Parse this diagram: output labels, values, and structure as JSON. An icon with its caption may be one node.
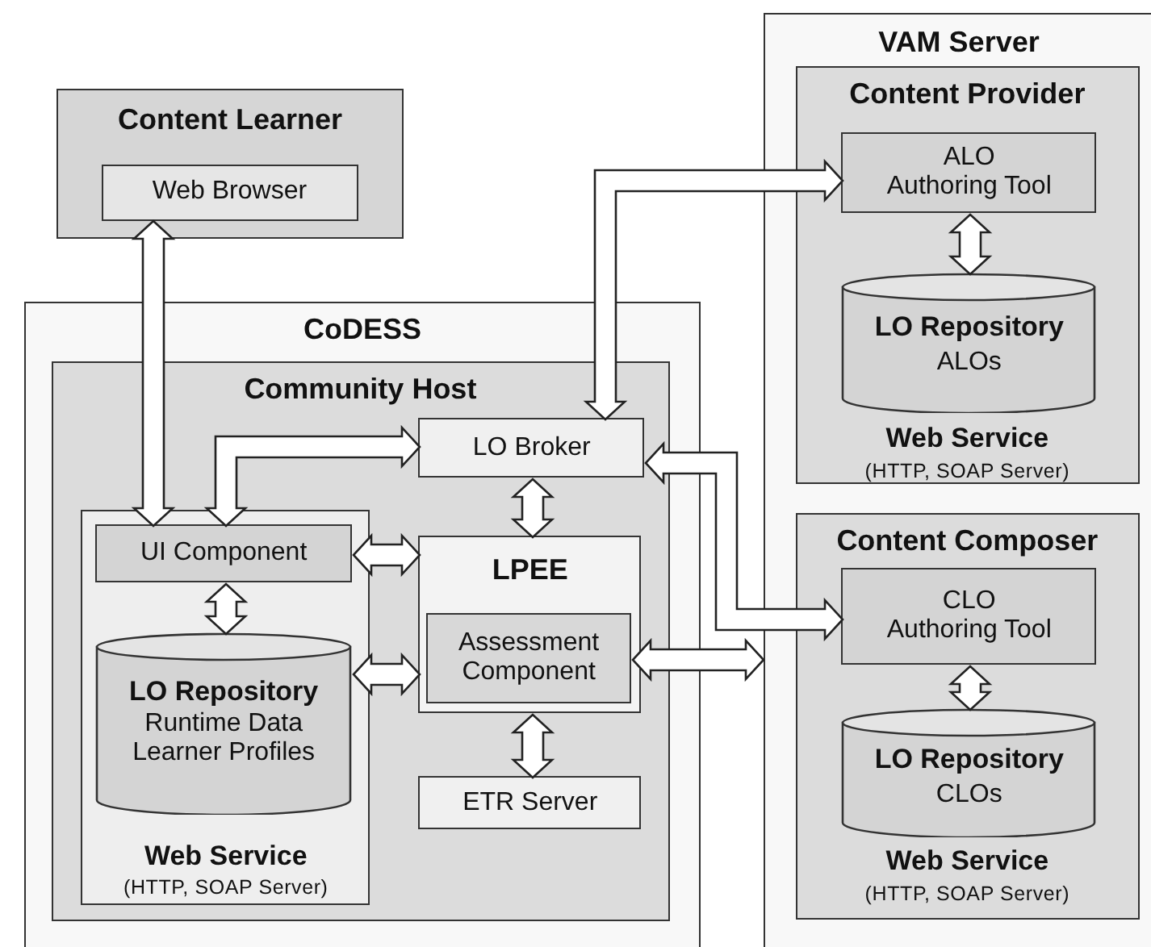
{
  "diagram": {
    "nodes": [
      {
        "text": [
          "Content Learner"
        ]
      },
      {
        "text": [
          "Web Browser"
        ],
        "in": 0
      },
      {
        "text": [
          "CoDESS"
        ]
      },
      {
        "text": [
          "Community Host"
        ],
        "in": 2
      },
      {
        "text": [
          "LO Broker"
        ],
        "in": 3
      },
      {
        "text": [
          "Web Service",
          "(HTTP, SOAP Server)"
        ],
        "in": 3
      },
      {
        "text": [
          "UI Component"
        ],
        "in": 5
      },
      {
        "text": [
          "LO Repository",
          "Runtime Data Learner Profiles"
        ],
        "in": 5
      },
      {
        "text": [
          "LPEE"
        ],
        "in": 3
      },
      {
        "text": [
          "Assessment Component"
        ],
        "in": 8
      },
      {
        "text": [
          "ETR Server"
        ],
        "in": 3
      },
      {
        "text": [
          "VAM Server"
        ]
      },
      {
        "text": [
          "Content Provider",
          "Web Service",
          "(HTTP, SOAP Server)"
        ],
        "in": 11
      },
      {
        "text": [
          "ALO Authoring Tool"
        ],
        "in": 12
      },
      {
        "text": [
          "LO Repository",
          "ALOs"
        ],
        "in": 12
      },
      {
        "text": [
          "Content Composer",
          "Web Service",
          "(HTTP, SOAP Server)"
        ],
        "in": 11
      },
      {
        "text": [
          "CLO Authoring Tool"
        ],
        "in": 15
      },
      {
        "text": [
          "LO Repository",
          "CLOs"
        ],
        "in": 15
      }
    ],
    "edges": [
      {
        "from": 1,
        "to": 6,
        "arrow": "both"
      },
      {
        "from": 13,
        "to": 4,
        "arrow": "both"
      },
      {
        "from": 4,
        "to": 6,
        "arrow": "both"
      },
      {
        "from": 4,
        "to": 16,
        "arrow": "both"
      },
      {
        "from": 4,
        "to": 8,
        "arrow": "both"
      },
      {
        "from": 6,
        "to": 8,
        "arrow": "both"
      },
      {
        "from": 6,
        "to": 7,
        "arrow": "both"
      },
      {
        "from": 7,
        "to": 8,
        "arrow": "both"
      },
      {
        "from": 9,
        "to": 11,
        "arrow": "both"
      },
      {
        "from": 8,
        "to": 10,
        "arrow": "both"
      },
      {
        "from": 13,
        "to": 14,
        "arrow": "both"
      },
      {
        "from": 16,
        "to": 17,
        "arrow": "both"
      }
    ]
  }
}
